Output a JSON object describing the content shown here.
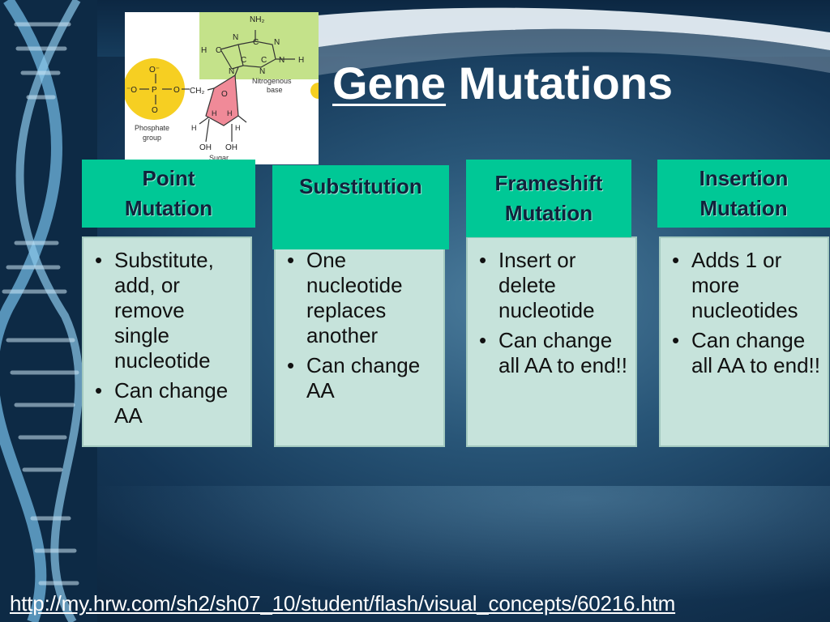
{
  "title": {
    "underlined": "Gene",
    "rest": "Mutations"
  },
  "diagram": {
    "nh2": "NH₂",
    "n_top_left": "N",
    "n_top_right": "N",
    "c_top": "C",
    "c_left": "C",
    "c_right": "C",
    "h_left": "H",
    "h_right": "H",
    "n_left": "N",
    "n_bottom_right": "N",
    "c_bottom": "C",
    "n_bottom": "N",
    "nitrogenous_base": "Nitrogenous",
    "base": "base",
    "o_top": "O⁻",
    "o_left": "⁻O",
    "p": "P",
    "o_mid": "O",
    "o_bottom": "O",
    "ch2": "CH₂",
    "ring_o": "O",
    "h1": "H",
    "h2": "H",
    "h3": "H",
    "h4": "H",
    "oh1": "OH",
    "oh2": "OH",
    "phosphate": "Phosphate",
    "group": "group",
    "sugar": "Sugar"
  },
  "columns": [
    {
      "header": [
        "Point",
        "Mutation"
      ],
      "bullets": [
        "Substitute, add, or remove single nucleotide",
        "Can change AA"
      ]
    },
    {
      "header": [
        "Substitution"
      ],
      "bullets": [
        "One nucleotide replaces another",
        "Can change AA"
      ]
    },
    {
      "header": [
        "Frameshift",
        "Mutation"
      ],
      "bullets": [
        "Insert or delete nucleotide",
        "Can change all AA to end!!"
      ]
    },
    {
      "header": [
        "Insertion",
        "Mutation"
      ],
      "bullets": [
        "Adds 1 or more nucleotides",
        "Can change all AA to end!!"
      ]
    }
  ],
  "bullet_char": "•",
  "footer_url": "http://my.hrw.com/sh2/sh07_10/student/flash/visual_concepts/60216.htm",
  "colors": {
    "header": "#00c896",
    "body": "#c6e3db",
    "title": "#ffffff"
  }
}
